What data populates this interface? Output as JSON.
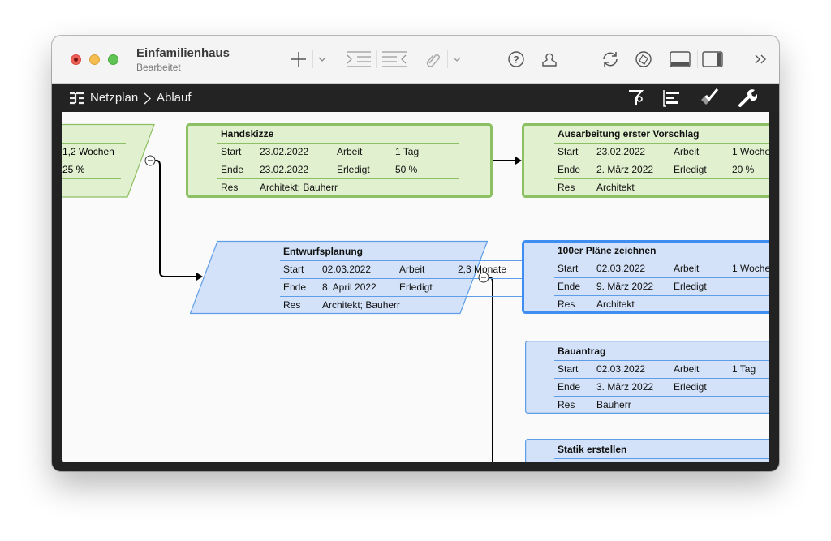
{
  "window": {
    "title": "Einfamilienhaus",
    "subtitle": "Bearbeitet"
  },
  "toolbar": {
    "icons": [
      "plus-icon",
      "chevron-down-icon",
      "indent-icon",
      "outdent-icon",
      "link-icon",
      "chevron-down-icon",
      "help-icon",
      "person-icon",
      "sync-icon",
      "network-icon",
      "bottom-panel-icon",
      "right-panel-icon",
      "overflow-icon"
    ]
  },
  "pathbar": {
    "crumbs": [
      "Netzplan",
      "Ablauf"
    ],
    "icons": [
      "filter-icon",
      "gantt-icon",
      "brush-icon",
      "wrench-icon"
    ]
  },
  "colors": {
    "green_fill": "#e1f0cf",
    "green_border": "#8cc063",
    "blue_fill": "#d3e2f8",
    "blue_border": "#5e9de8",
    "selected_border": "#3d8ef0"
  },
  "labels": {
    "start": "Start",
    "end": "Ende",
    "work": "Arbeit",
    "done": "Erledigt",
    "res": "Res"
  },
  "nodes": {
    "partial": {
      "work": "1,2 Wochen",
      "done": "25 %"
    },
    "handskizze": {
      "title": "Handskizze",
      "start": "23.02.2022",
      "end": "23.02.2022",
      "work": "1 Tag",
      "done": "50 %",
      "res": "Architekt; Bauherr"
    },
    "ausarbeitung": {
      "title": "Ausarbeitung erster Vorschlag",
      "start": "23.02.2022",
      "end": "2. März 2022",
      "work": "1 Woche",
      "done": "20 %",
      "res": "Architekt"
    },
    "entwurf": {
      "title": "Entwurfsplanung",
      "start": "02.03.2022",
      "end": "8. April 2022",
      "work": "2,3 Monate",
      "done": "",
      "res": "Architekt; Bauherr"
    },
    "plaene": {
      "title": "100er Pläne zeichnen",
      "start": "02.03.2022",
      "end": "9. März 2022",
      "work": "1 Woche",
      "done": "",
      "res": "Architekt"
    },
    "bauantrag": {
      "title": "Bauantrag",
      "start": "02.03.2022",
      "end": "3. März 2022",
      "work": "1 Tag",
      "done": "",
      "res": "Bauherr"
    },
    "statik": {
      "title": "Statik erstellen"
    }
  }
}
